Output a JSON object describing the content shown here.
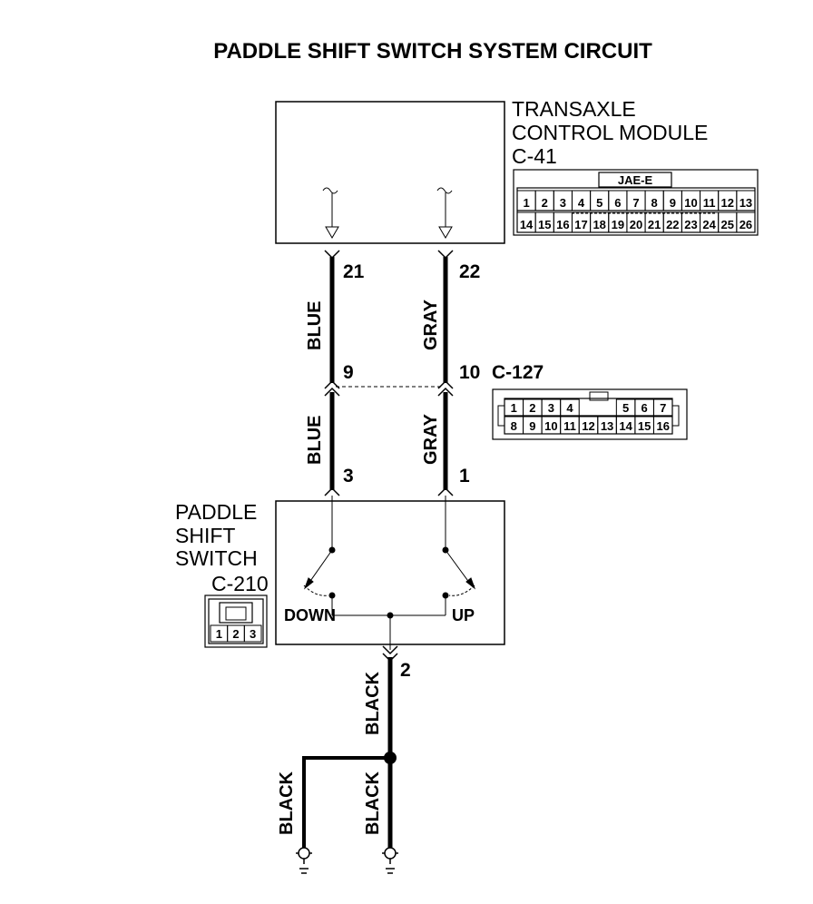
{
  "title": "PADDLE SHIFT SWITCH SYSTEM CIRCUIT",
  "tcm": {
    "name_line1": "TRANSAXLE",
    "name_line2": "CONTROL MODULE",
    "connector": "C-41",
    "connector_type": "JAE-E",
    "pins_row1": [
      "1",
      "2",
      "3",
      "4",
      "5",
      "6",
      "7",
      "8",
      "9",
      "10",
      "11",
      "12",
      "13"
    ],
    "pins_row2": [
      "14",
      "15",
      "16",
      "17",
      "18",
      "19",
      "20",
      "21",
      "22",
      "23",
      "24",
      "25",
      "26"
    ]
  },
  "wires": {
    "left_upper": {
      "pin": "21",
      "color": "BLUE"
    },
    "right_upper": {
      "pin": "22",
      "color": "GRAY"
    },
    "left_lower": {
      "pin": "3",
      "color": "BLUE"
    },
    "right_lower": {
      "pin": "1",
      "color": "GRAY"
    },
    "ground_main": {
      "pin": "2",
      "color": "BLACK"
    },
    "ground_left": {
      "color": "BLACK"
    },
    "ground_right": {
      "color": "BLACK"
    }
  },
  "c127": {
    "connector": "C-127",
    "left_pin": "9",
    "right_pin": "10",
    "pins_row1": [
      "1",
      "2",
      "3",
      "4",
      "5",
      "6",
      "7"
    ],
    "pins_row2": [
      "8",
      "9",
      "10",
      "11",
      "12",
      "13",
      "14",
      "15",
      "16"
    ]
  },
  "switch": {
    "name_line1": "PADDLE",
    "name_line2": "SHIFT",
    "name_line3": "SWITCH",
    "connector": "C-210",
    "pins": [
      "1",
      "2",
      "3"
    ],
    "down_label": "DOWN",
    "up_label": "UP"
  },
  "colors": {
    "line": "#000000",
    "background": "#ffffff"
  }
}
